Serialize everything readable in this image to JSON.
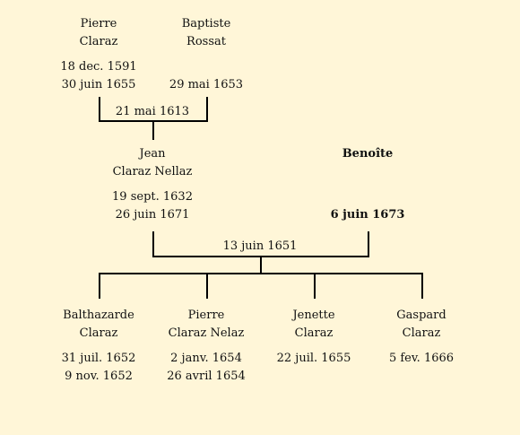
{
  "father": {
    "first_name": "Pierre",
    "last_name": "Claraz",
    "birth": "18 dec. 1591",
    "death": "30 juin 1655"
  },
  "mother": {
    "first_name": "Baptiste",
    "last_name": "Rossat",
    "death": "29 mai 1653"
  },
  "parents_marriage": "21 mai 1613",
  "subject": {
    "first_name": "Jean",
    "last_name": "Claraz Nellaz",
    "birth": "19 sept. 1632",
    "death": "26 juin 1671"
  },
  "spouse": {
    "first_name": "Benoîte",
    "death": "6 juin 1673"
  },
  "subject_marriage": "13 juin 1651",
  "children": [
    {
      "first_name": "Balthazarde",
      "last_name": "Claraz",
      "birth": "31 juil. 1652",
      "death": "9 nov. 1652"
    },
    {
      "first_name": "Pierre",
      "last_name": "Claraz Nelaz",
      "birth": "2 janv. 1654",
      "death": "26 avril 1654"
    },
    {
      "first_name": "Jenette",
      "last_name": "Claraz",
      "birth": "22 juil. 1655"
    },
    {
      "first_name": "Gaspard",
      "last_name": "Claraz",
      "birth": "5 fev. 1666"
    }
  ]
}
